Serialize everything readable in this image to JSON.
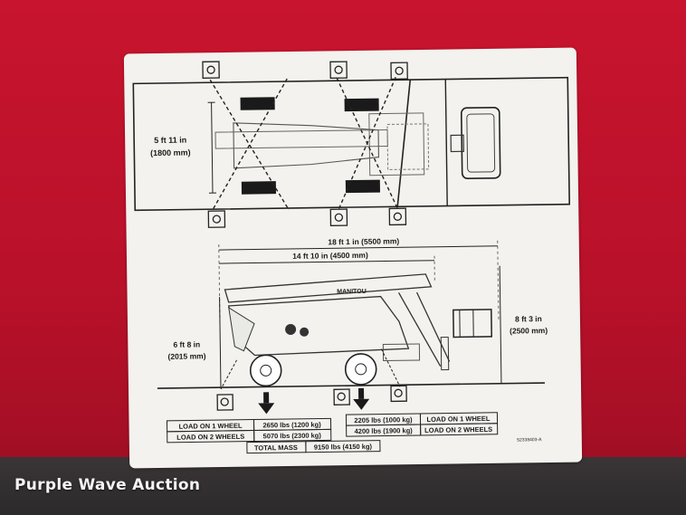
{
  "placard": {
    "top_view": {
      "width_ft": "5 ft 11 in",
      "width_mm": "(1800 mm)"
    },
    "side_view": {
      "overall_length": "18 ft 1 in (5500 mm)",
      "wheelbase_length": "14 ft 10 in (4500 mm)",
      "height_left_ft": "6 ft 8 in",
      "height_left_mm": "(2015 mm)",
      "height_right_ft": "8 ft 3 in",
      "height_right_mm": "(2500 mm)",
      "brand_decal": "MANITOU"
    },
    "loads": {
      "front_label_1": "LOAD ON 1 WHEEL",
      "front_value_1": "2650 lbs (1200 kg)",
      "front_label_2": "LOAD ON 2 WHEELS",
      "front_value_2": "5070 lbs (2300 kg)",
      "rear_value_1": "2205 lbs (1000 kg)",
      "rear_label_1": "LOAD ON 1 WHEEL",
      "rear_value_2": "4200 lbs (1900 kg)",
      "rear_label_2": "LOAD ON 2 WHEELS",
      "total_label": "TOTAL MASS",
      "total_value": "9150 lbs (4150 kg)"
    },
    "part_number": "52338403-A"
  },
  "watermark": "Purple Wave Auction"
}
